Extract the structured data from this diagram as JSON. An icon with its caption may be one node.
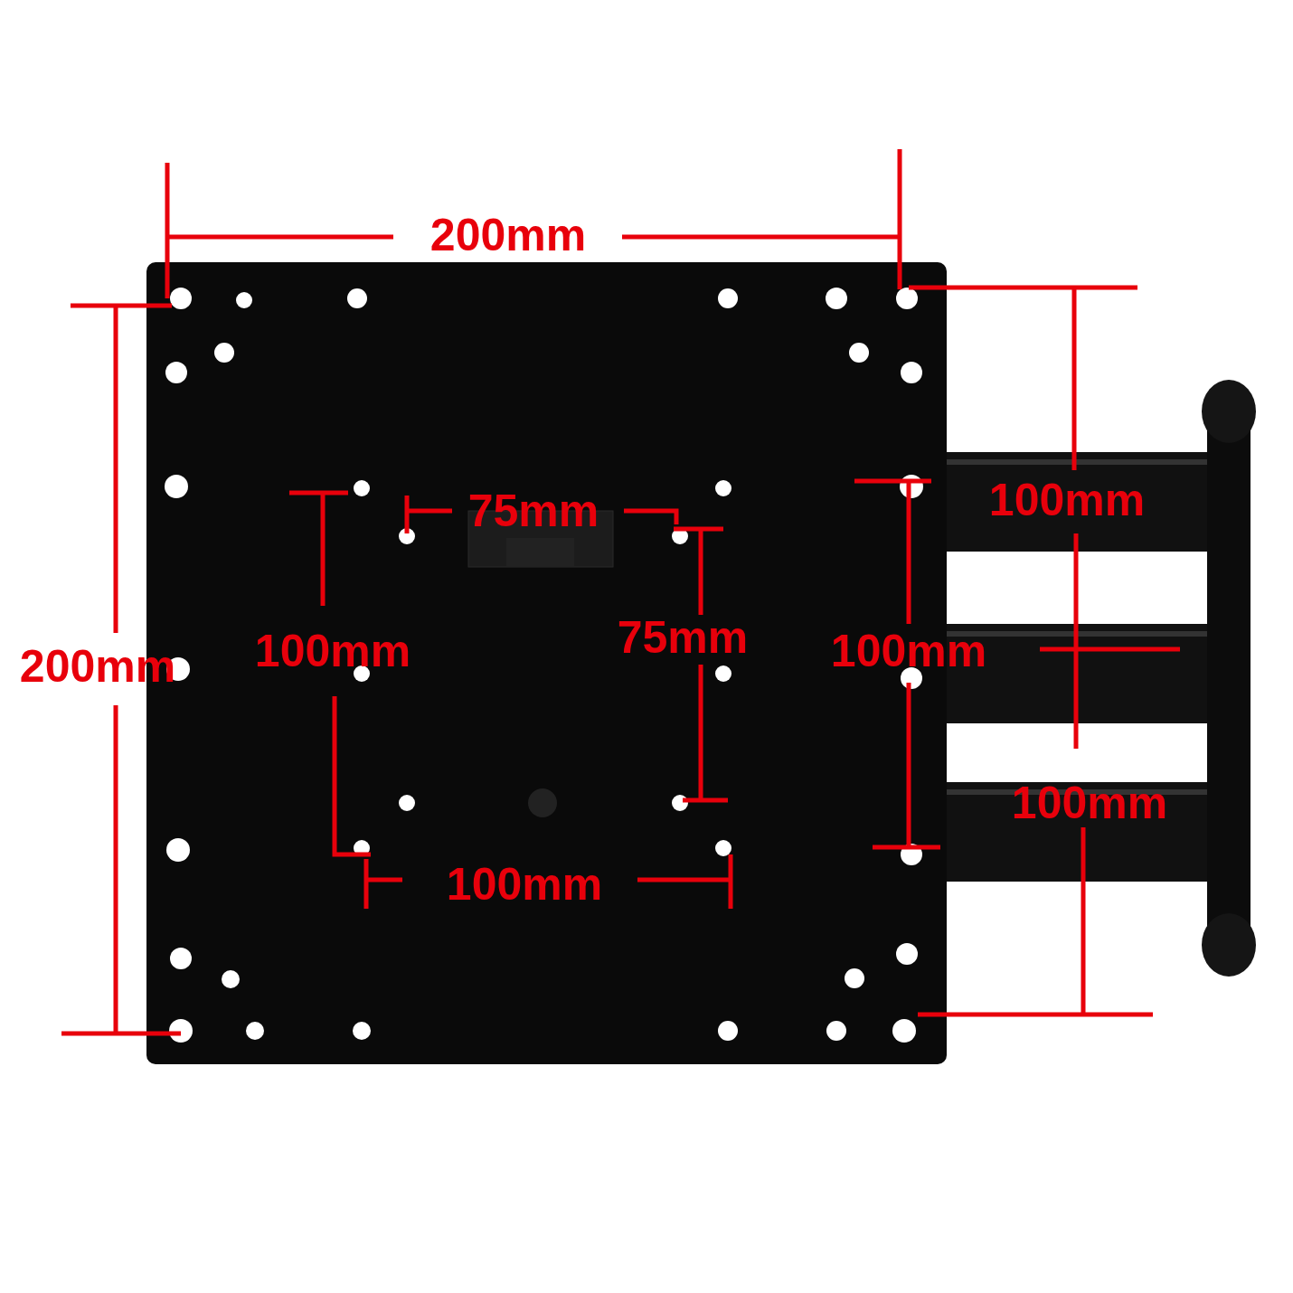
{
  "diagram": {
    "labels": [
      "200mm",
      "100mm",
      "75mm",
      "75mm",
      "100mm",
      "100mm",
      "200mm",
      "100mm",
      "100mm"
    ]
  }
}
